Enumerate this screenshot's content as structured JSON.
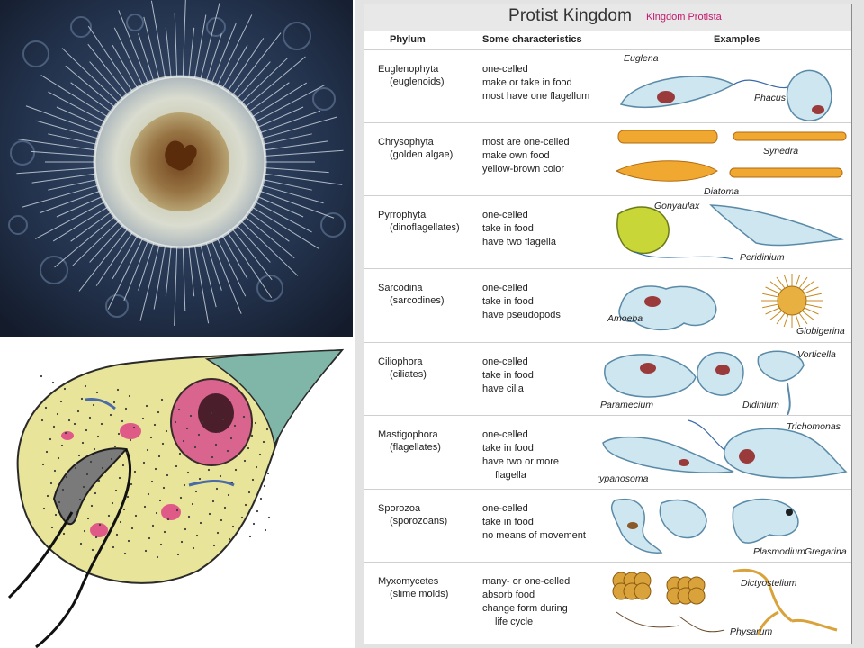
{
  "title": "Protist Kingdom",
  "subtitle": "Kingdom Protista",
  "columns": {
    "phylum": "Phylum",
    "characteristics": "Some characteristics",
    "examples": "Examples"
  },
  "rows": [
    {
      "phylum": "Euglenophyta",
      "common": "(euglenoids)",
      "characteristics": [
        "one-celled",
        "make or take in food",
        "most have one flagellum"
      ],
      "examples": [
        "Euglena",
        "Phacus"
      ]
    },
    {
      "phylum": "Chrysophyta",
      "common": "(golden algae)",
      "characteristics": [
        "most are one-celled",
        "make own food",
        "yellow-brown color"
      ],
      "examples": [
        "Synedra",
        "Diatoma"
      ]
    },
    {
      "phylum": "Pyrrophyta",
      "common": "(dinoflagellates)",
      "characteristics": [
        "one-celled",
        "take in food",
        "have two flagella"
      ],
      "examples": [
        "Gonyaulax",
        "Peridinium"
      ]
    },
    {
      "phylum": "Sarcodina",
      "common": "(sarcodines)",
      "characteristics": [
        "one-celled",
        "take in food",
        "have pseudopods"
      ],
      "examples": [
        "Amoeba",
        "Globigerina"
      ]
    },
    {
      "phylum": "Ciliophora",
      "common": "(ciliates)",
      "characteristics": [
        "one-celled",
        "take in food",
        "have cilia"
      ],
      "examples": [
        "Vorticella",
        "Paramecium",
        "Didinium"
      ]
    },
    {
      "phylum": "Mastigophora",
      "common": "(flagellates)",
      "characteristics": [
        "one-celled",
        "take in food",
        "have two or more",
        "flagella"
      ],
      "examples": [
        "Trichomonas",
        "Trypanosoma"
      ]
    },
    {
      "phylum": "Sporozoa",
      "common": "(sporozoans)",
      "characteristics": [
        "one-celled",
        "take in food",
        "no means of movement"
      ],
      "examples": [
        "Plasmodium",
        "Gregarina"
      ]
    },
    {
      "phylum": "Myxomycetes",
      "common": "(slime molds)",
      "characteristics": [
        "many- or one-celled",
        "absorb food",
        "change form during",
        "life cycle"
      ],
      "examples": [
        "Dictyostelium",
        "Physarum"
      ]
    }
  ],
  "colors": {
    "title_bar": "#e8e8e8",
    "subtitle": "#c2186c",
    "photo_background": "#1e2a3e",
    "cell_body": "#e8e49a",
    "flagellum": "#111111",
    "nucleus": "#d9648e"
  }
}
